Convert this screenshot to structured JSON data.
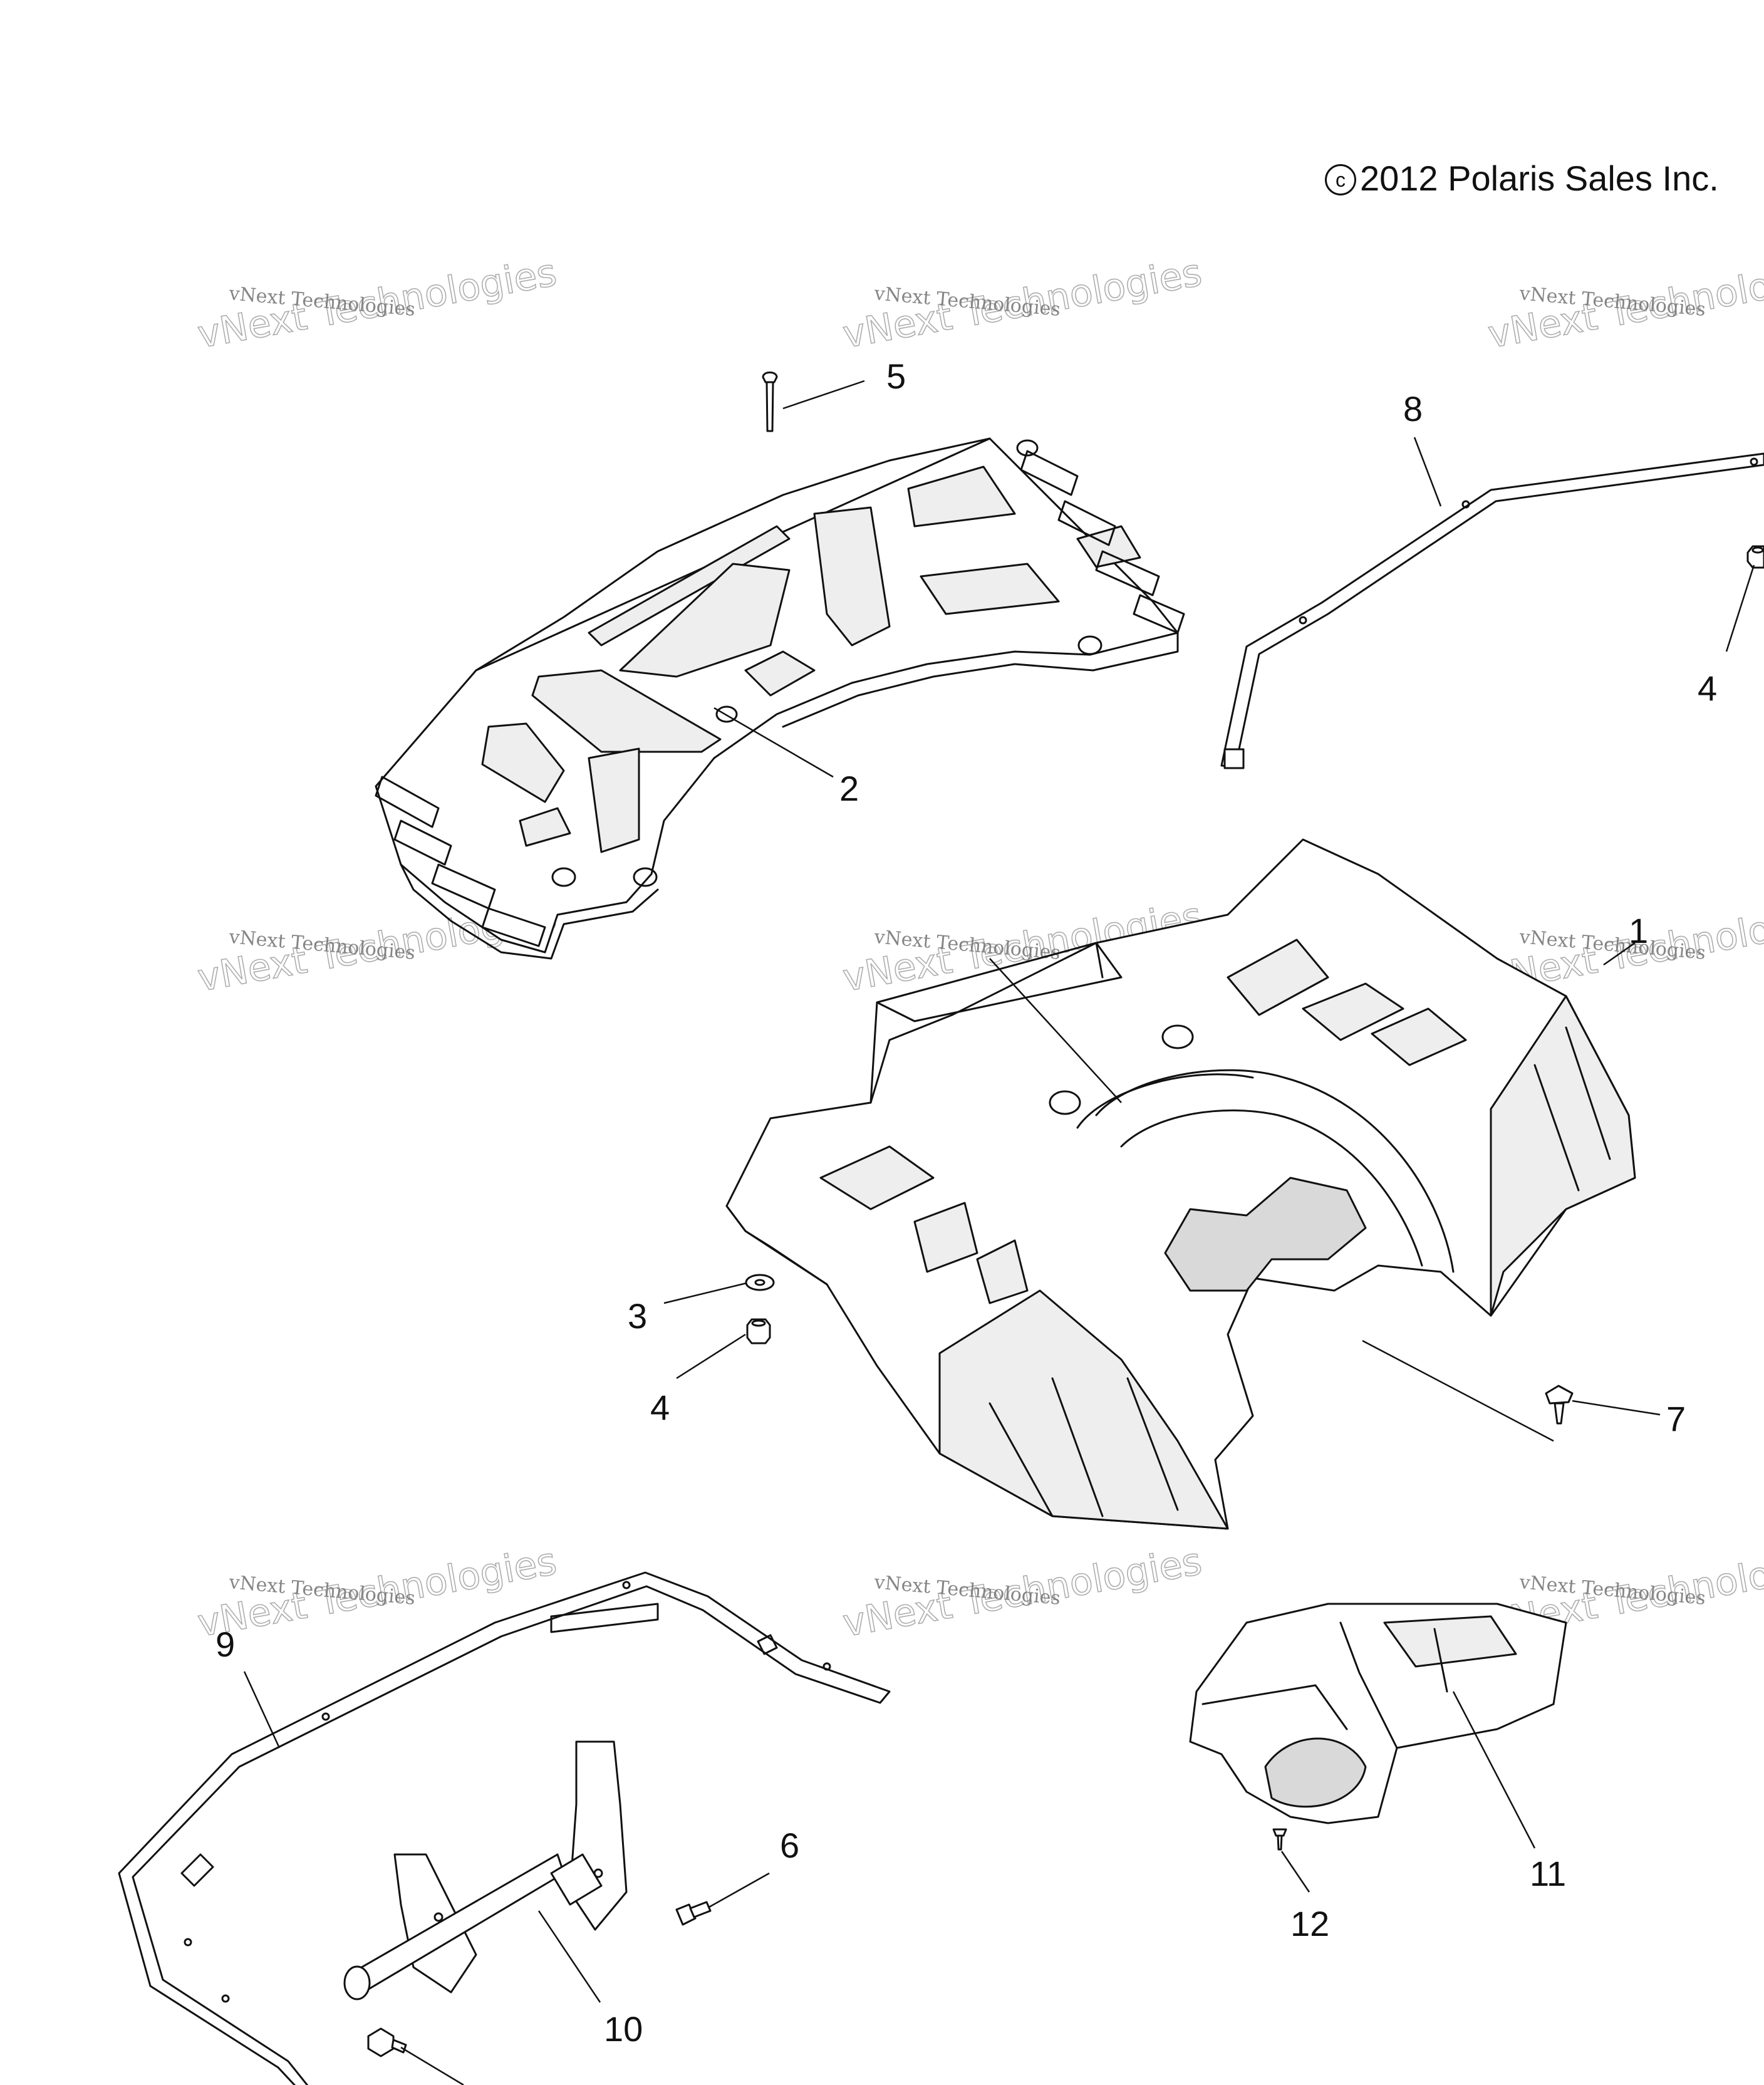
{
  "copyright": {
    "symbol": "c",
    "text": "2012 Polaris Sales Inc."
  },
  "watermark": {
    "line1": "vNext Technologies",
    "line2": "vNext Technologies"
  },
  "callouts": [
    {
      "id": "1",
      "label": "1"
    },
    {
      "id": "2",
      "label": "2"
    },
    {
      "id": "3",
      "label": "3"
    },
    {
      "id": "4a",
      "label": "4"
    },
    {
      "id": "4b",
      "label": "4"
    },
    {
      "id": "5",
      "label": "5"
    },
    {
      "id": "6",
      "label": "6"
    },
    {
      "id": "7",
      "label": "7"
    },
    {
      "id": "8",
      "label": "8"
    },
    {
      "id": "9",
      "label": "9"
    },
    {
      "id": "10",
      "label": "10"
    },
    {
      "id": "11",
      "label": "11"
    },
    {
      "id": "12",
      "label": "12"
    }
  ]
}
